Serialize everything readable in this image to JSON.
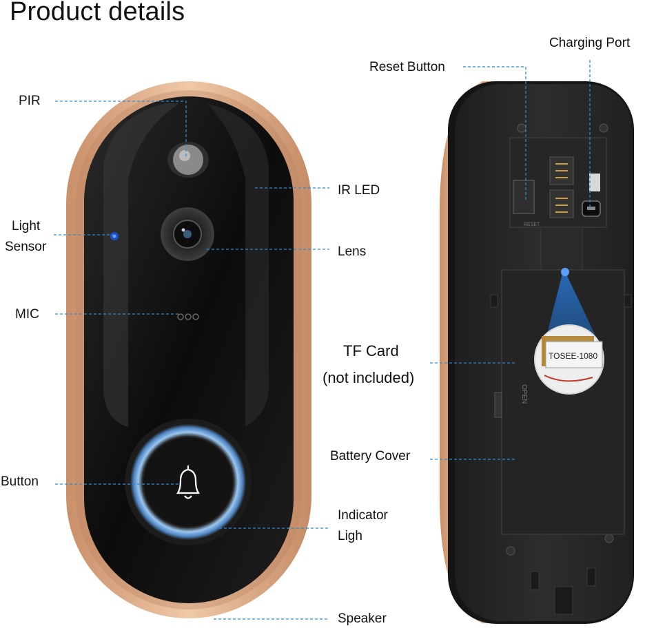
{
  "title": "Product details",
  "labels": {
    "pir": "PIR",
    "light_sensor_line1": "Light",
    "light_sensor_line2": "Sensor",
    "mic": "MIC",
    "button": "Button",
    "ir_led": "IR LED",
    "lens": "Lens",
    "indicator_line1": "Indicator",
    "indicator_line2": "Ligh",
    "speaker": "Speaker",
    "reset_button": "Reset Button",
    "charging_port": "Charging Port",
    "tf_card_line1": "TF Card",
    "tf_card_line2": "(not included)",
    "battery_cover": "Battery Cover"
  },
  "device_markings": {
    "sd_card_text": "TOSEE-1080",
    "open_text": "OPEN",
    "reset_text": "RESET"
  },
  "colors": {
    "rose_gold": "#d9a882",
    "body_black": "#141414",
    "leader_line": "#2e8bd1",
    "ring_blue": "#7fb4e6"
  }
}
